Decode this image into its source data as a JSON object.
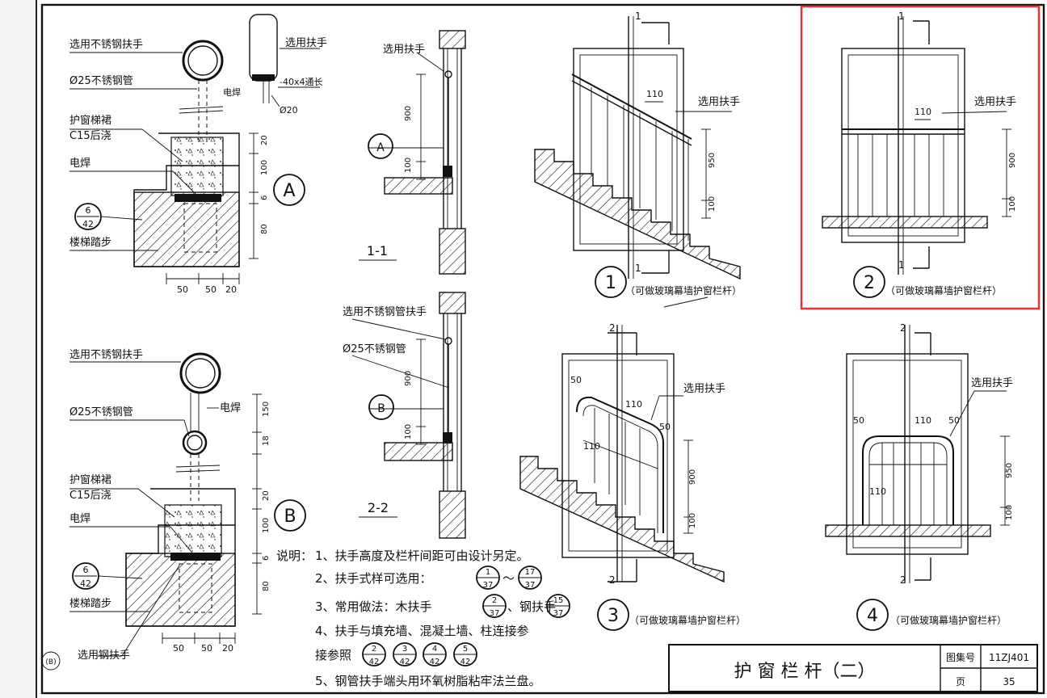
{
  "colors": {
    "ink": "#111111",
    "highlight": "#e23434",
    "paper": "#ffffff",
    "background": "#f3f3f3"
  },
  "detailA": {
    "label": "A",
    "callouts": [
      "选用不锈钢扶手",
      "Ø25不锈钢管",
      "护窗梯裙",
      "C15后浇",
      "电焊",
      "楼梯踏步"
    ],
    "ref": {
      "top": "6",
      "bottom": "42"
    },
    "vdims": [
      "20",
      "100",
      "6",
      "80"
    ],
    "hdims": [
      "50",
      "50",
      "20"
    ],
    "handrail": {
      "label": "选用扶手",
      "plate": "-40x4通长",
      "weld": "电焊",
      "bar": "Ø20"
    }
  },
  "detailB": {
    "label": "B",
    "callouts": [
      "选用不锈钢扶手",
      "Ø25不锈钢管",
      "电焊",
      "护窗梯裙",
      "C15后浇",
      "电焊",
      "楼梯踏步",
      "选用钢扶手"
    ],
    "ref": {
      "top": "6",
      "bottom": "42"
    },
    "vdims": [
      "150",
      "18",
      "20",
      "100",
      "6",
      "80"
    ],
    "hdims": [
      "50",
      "50",
      "20"
    ]
  },
  "section11": {
    "title": "1-1",
    "handrail": "选用扶手",
    "bubble": "A",
    "dims": [
      "900",
      "100"
    ]
  },
  "section22": {
    "title": "2-2",
    "handrail": "选用不锈钢管扶手",
    "pipe": "Ø25不锈钢管",
    "bubble": "B",
    "dims": [
      "900",
      "100"
    ]
  },
  "elevations": [
    {
      "num": "1",
      "caption": "（可做玻璃幕墙护窗栏杆）",
      "handrail": "选用扶手",
      "spacing": "110",
      "dims": [
        "950",
        "100"
      ],
      "cut": "1"
    },
    {
      "num": "2",
      "caption": "（可做玻璃幕墙护窗栏杆）",
      "handrail": "选用扶手",
      "spacing": "110",
      "dims": [
        "900",
        "100"
      ],
      "cut": "1"
    },
    {
      "num": "3",
      "caption": "（可做玻璃幕墙护窗栏杆）",
      "handrail": "选用扶手",
      "spacing": "110",
      "dims": [
        "900",
        "100"
      ],
      "extra": [
        "50",
        "50",
        "110"
      ],
      "cut": "2"
    },
    {
      "num": "4",
      "caption": "（可做玻璃幕墙护窗栏杆）",
      "handrail": "选用扶手",
      "spacing": "110",
      "dims": [
        "950",
        "100"
      ],
      "extra": [
        "50",
        "50",
        "110"
      ],
      "cut": "2"
    }
  ],
  "notes": {
    "prefix": "说明：",
    "line1": "1、扶手高度及栏杆间距可由设计另定。",
    "line2a": "2、扶手式样可选用：",
    "line2b": "～",
    "line3a": "3、常用做法：木扶手",
    "line3b": "、钢扶手",
    "line4": "4、扶手与填充墙、混凝土墙、柱连接参",
    "line4b": "接参照",
    "line5": "5、钢管扶手端头用环氧树脂粘牢法兰盘。",
    "refs2": [
      {
        "top": "1",
        "bottom": "37"
      },
      {
        "top": "17",
        "bottom": "37"
      }
    ],
    "refs3": [
      {
        "top": "2",
        "bottom": "37"
      },
      {
        "top": "15",
        "bottom": "37"
      }
    ],
    "refs4": [
      {
        "top": "2",
        "bottom": "42"
      },
      {
        "top": "3",
        "bottom": "42"
      },
      {
        "top": "4",
        "bottom": "42"
      },
      {
        "top": "5",
        "bottom": "42"
      }
    ]
  },
  "titleBlock": {
    "title": "护 窗 栏 杆（二）",
    "atlasLabel": "图集号",
    "atlasNo": "11ZJ401",
    "pageLabel": "页",
    "pageNo": "35"
  },
  "cornerMark": "(B)"
}
